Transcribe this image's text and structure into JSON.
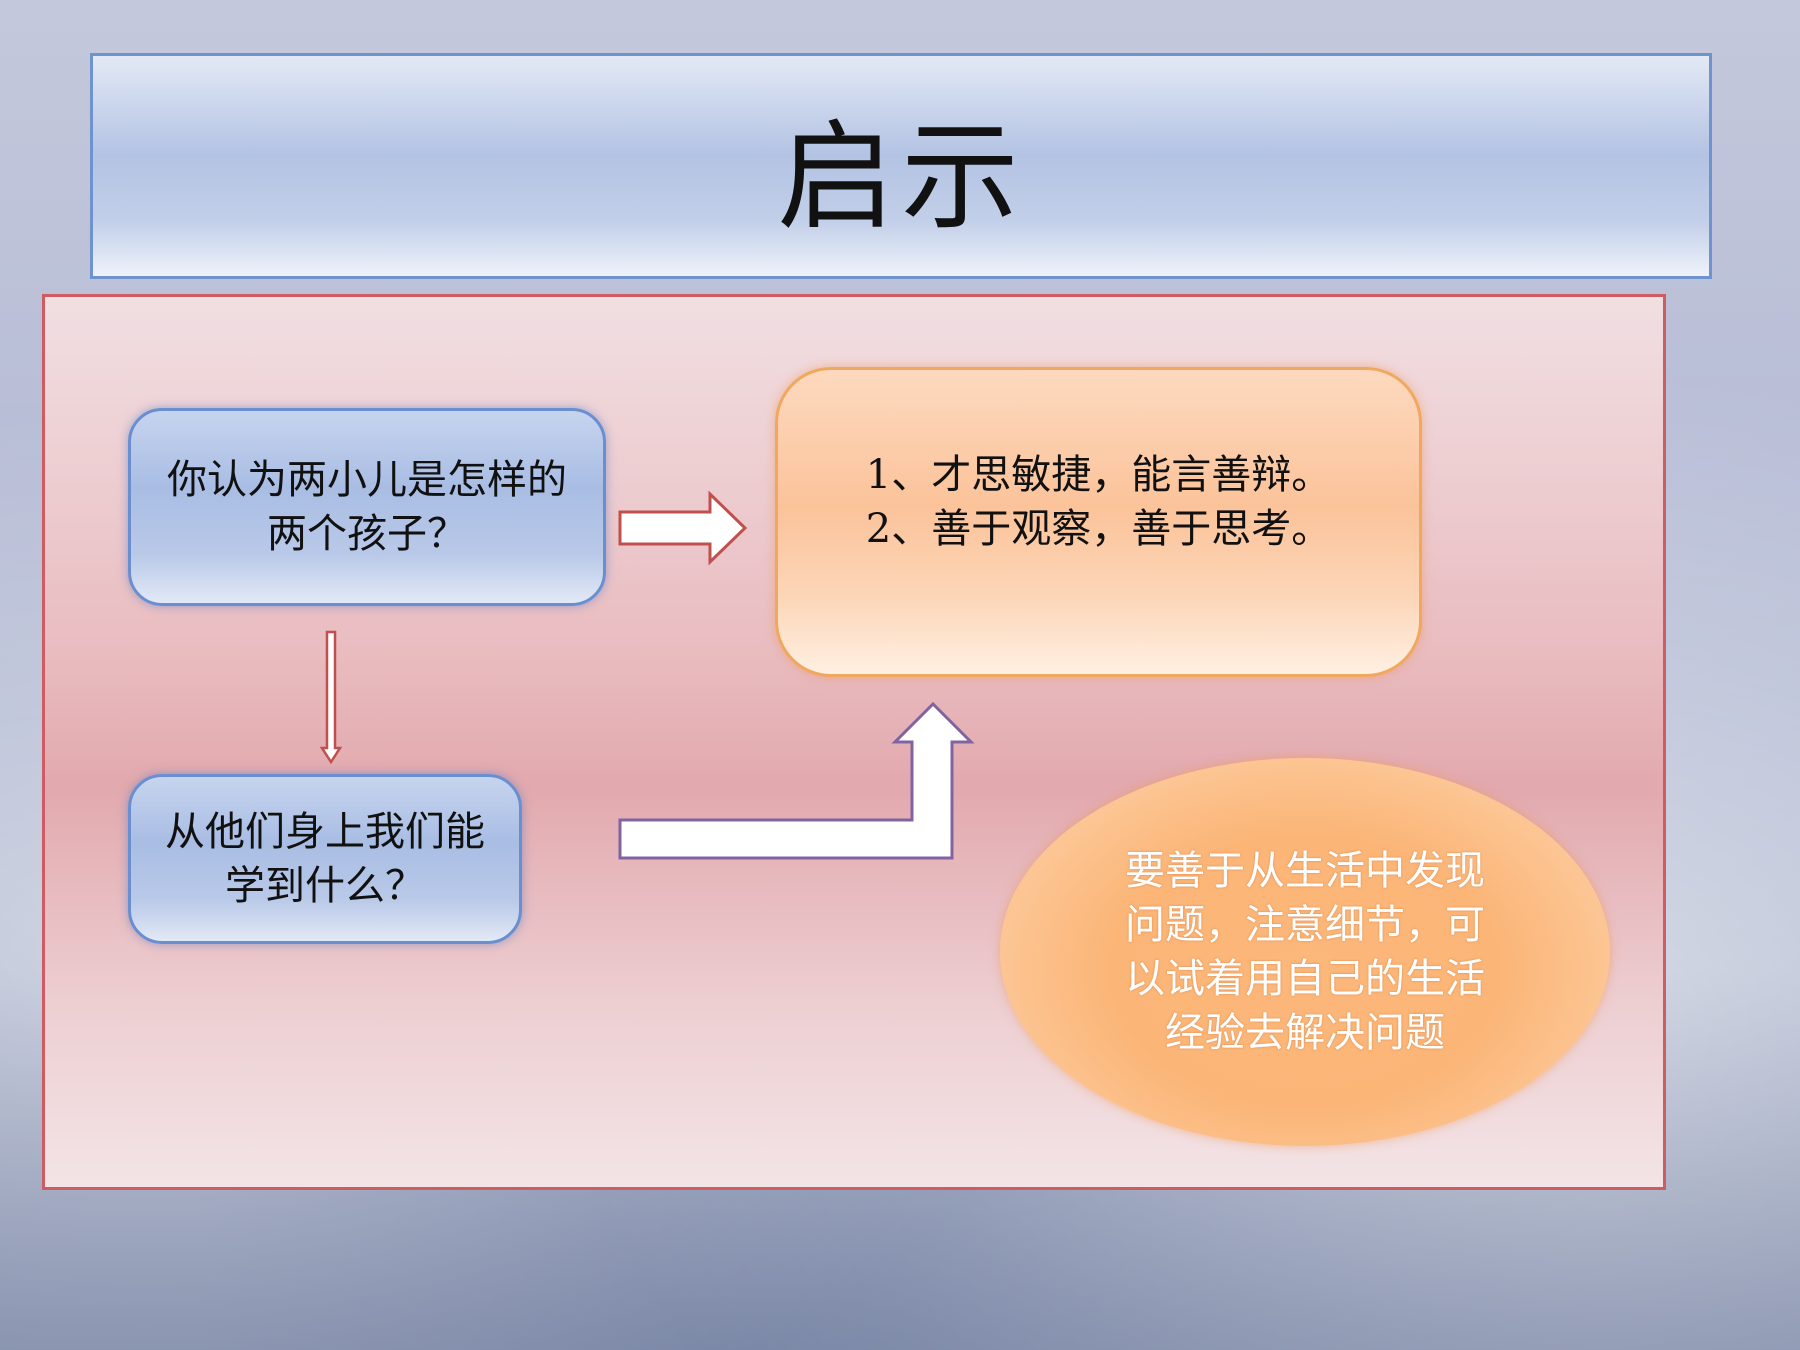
{
  "slide": {
    "title": "启示"
  },
  "diagram": {
    "question_1": "你认为两小儿是怎样的两个孩子？",
    "question_2": "从他们身上我们能学到什么？",
    "answers": [
      "1、才思敏捷，能言善辩。",
      "2、善于观察，善于思考。"
    ],
    "lesson": "要善于从生活中发现问题，注意细节，可以试着用自己的生活经验去解决问题"
  },
  "colors": {
    "title_border": "#6e93cf",
    "panel_border": "#cf5c62",
    "blue_box_border": "#6a8fd0",
    "orange_box_border": "#f0a860",
    "arrow_fill": "#ffffff",
    "arrow_stroke_red": "#c0504d",
    "arrow_stroke_purple": "#8064a2"
  }
}
